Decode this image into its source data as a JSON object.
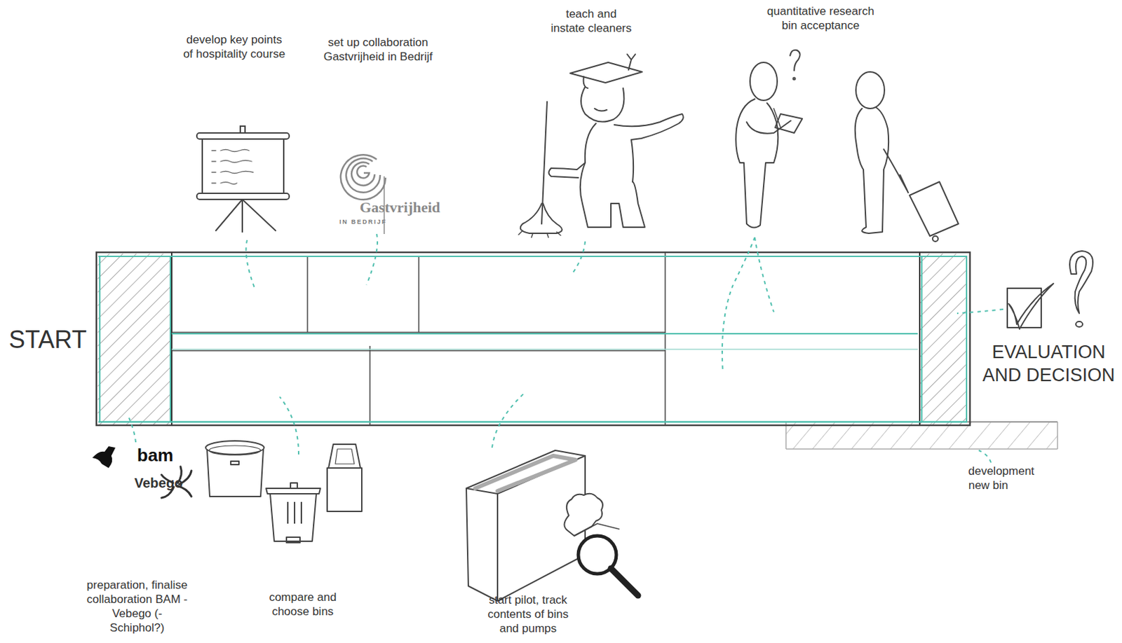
{
  "diagram": {
    "labels": [
      "develop key points of hospitality course",
      "set up collaboration Gastvrijheid in Bedrijf",
      "teach and instate cleaners",
      "quantitative research bin acceptance",
      "START",
      "EVALUATION AND DECISION",
      "preparation, finalise collaboration BAM - Vebego (- Schiphol?)",
      "compare and choose bins",
      "start pilot, track contents of bins and pumps",
      "development new bin",
      "bam",
      "Vebego",
      "Gastvrijheid",
      "IN BEDRIJF"
    ]
  }
}
